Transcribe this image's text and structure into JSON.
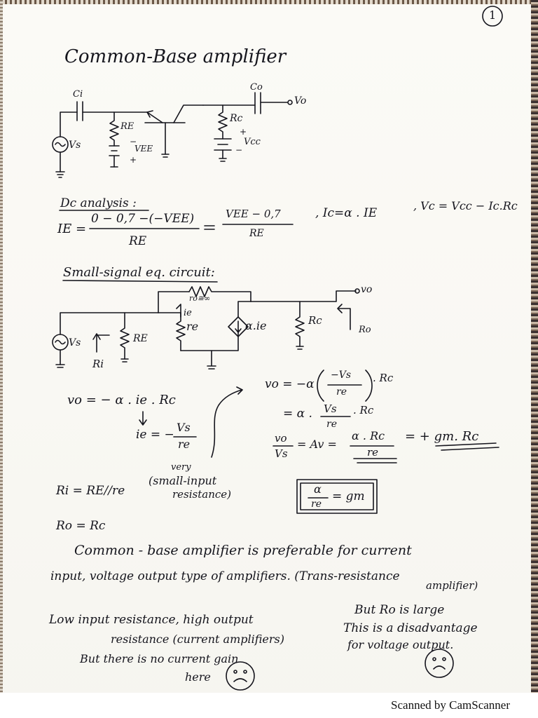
{
  "page_number": "1",
  "title": "Common-Base amplifier",
  "circuit1": {
    "ci": "Ci",
    "co": "Co",
    "vo": "Vo",
    "vs": "Vs",
    "re": "RE",
    "vee": "VEE",
    "rc": "Rc",
    "vcc": "Vcc",
    "plus": "+",
    "minus": "−"
  },
  "dc": {
    "heading": "Dc analysis :",
    "ie_lhs": "IE =",
    "ie_num": "0 − 0,7 −(−VEE)",
    "ie_den": "RE",
    "eq2_num": "VEE − 0,7",
    "eq2_den": "RE",
    "ic": ", Ic=α . IE",
    "vc": ", Vc = Vcc − Ic.Rc"
  },
  "small_signal": {
    "heading": "Small-signal eq. circuit:",
    "ro": "ro≅∞",
    "vo": "vo",
    "vs": "Vs",
    "re_big": "RE",
    "ie": "ie",
    "re_small": "re",
    "alpha_ie": "α.ie",
    "rc": "Rc",
    "ro_label": "Ro",
    "ri_label": "Ri"
  },
  "derivation": {
    "vo_eq": "vo = − α . ie . Rc",
    "ie_lhs": "ie = −",
    "ie_num": "Vs",
    "ie_den": "re",
    "vo2_lhs": "vo = −α",
    "vo2_num": "−Vs",
    "vo2_den": "re",
    "vo2_rhs": ". Rc",
    "vo3_lhs": "= α .",
    "vo3_num": "Vs",
    "vo3_den": "re",
    "vo3_rhs": ". Rc",
    "av_num": "vo",
    "av_den": "Vs",
    "av_mid": "= Av =",
    "av_frac_num": "α . Rc",
    "av_frac_den": "re",
    "av_rhs": "= + gm. Rc",
    "box_num": "α",
    "box_den": "re",
    "box_rhs": "= gm"
  },
  "resistances": {
    "ri": "Ri = RE//re",
    "very": "very",
    "small_input": "(small-input",
    "resistance": "resistance)",
    "ro": "Ro = Rc"
  },
  "notes": {
    "line1": "Common - base amplifier is preferable for current",
    "line2": "input, voltage output type of amplifiers. (Trans-resistance",
    "line3": "amplifier)",
    "low1": "Low input resistance, high output",
    "low2": "resistance (current amplifiers)",
    "but_left": "But there is no current gain",
    "here": "here",
    "but_right": "But Ro is large",
    "disadv1": "This is a disadvantage",
    "disadv2": "for voltage output."
  },
  "footer": "Scanned by CamScanner"
}
